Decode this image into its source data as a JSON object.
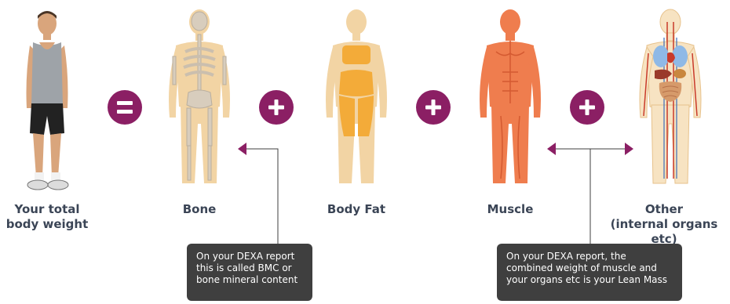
{
  "colors": {
    "accent": "#8b1f64",
    "label_text": "#3b4556",
    "callout_bg": "#3f3f3f",
    "skin": "#f2d4a4",
    "bone": "#eadbc6",
    "fat": "#f3ab39",
    "muscle": "#ef7d4e"
  },
  "components": [
    {
      "id": "total",
      "label": [
        "Your total",
        "body weight"
      ]
    },
    {
      "id": "bone",
      "label": [
        "Bone"
      ]
    },
    {
      "id": "fat",
      "label": [
        "Body Fat"
      ]
    },
    {
      "id": "muscle",
      "label": [
        "Muscle"
      ]
    },
    {
      "id": "other",
      "label": [
        "Other",
        "(internal organs etc)"
      ]
    }
  ],
  "operators": [
    {
      "symbol": "equals",
      "icon": "equals-icon"
    },
    {
      "symbol": "plus",
      "icon": "plus-icon"
    },
    {
      "symbol": "plus",
      "icon": "plus-icon"
    },
    {
      "symbol": "plus",
      "icon": "plus-icon"
    }
  ],
  "callouts": {
    "bmc": [
      "On your DEXA report",
      "this is called BMC or",
      "bone mineral content"
    ],
    "lean_mass": [
      "On your DEXA report, the",
      "combined weight of muscle and",
      "your organs etc is your Lean Mass"
    ]
  }
}
